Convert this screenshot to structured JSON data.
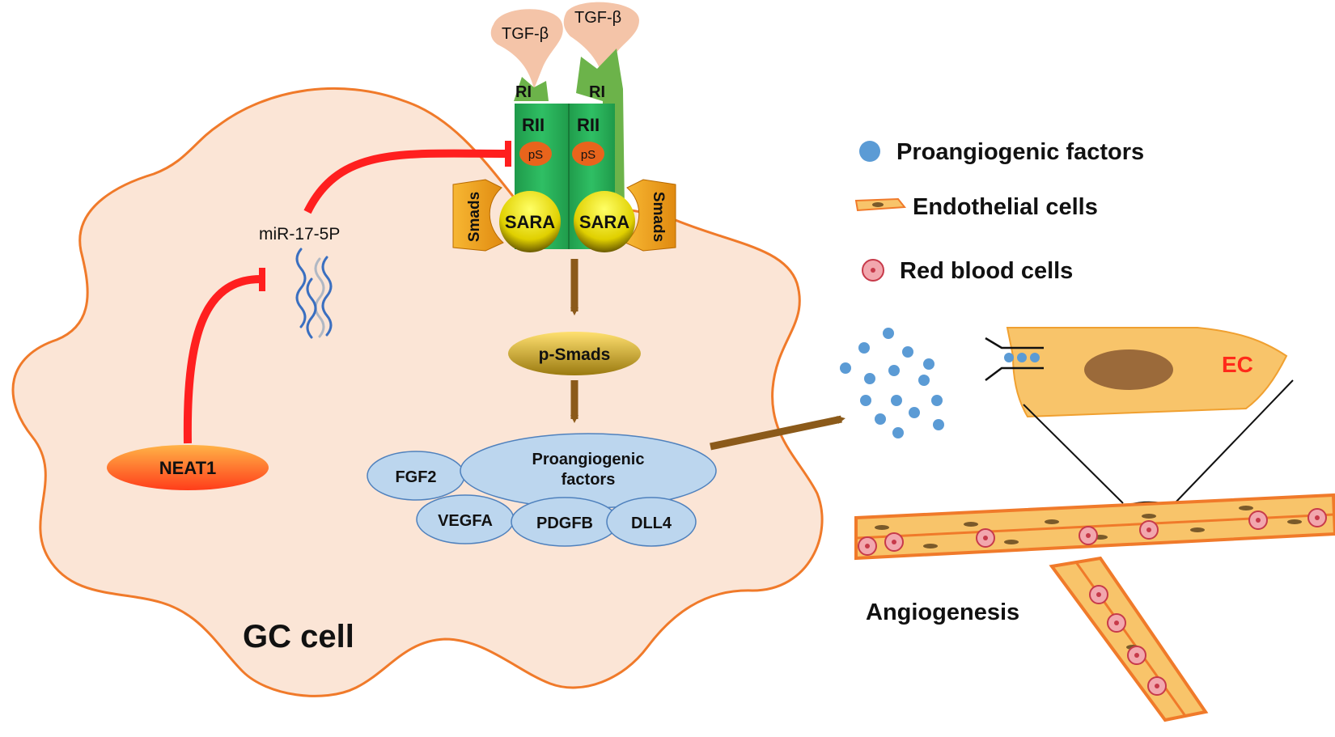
{
  "labels": {
    "tgf_left": "TGF-β",
    "tgf_right": "TGF-β",
    "ri_left": "RI",
    "ri_right": "RI",
    "rii_left": "RII",
    "rii_right": "RII",
    "ps_left": "pS",
    "ps_right": "pS",
    "sara_left": "SARA",
    "sara_right": "SARA",
    "smads_left": "Smads",
    "smads_right": "Smads",
    "mirna": "miR-17-5P",
    "neat1": "NEAT1",
    "psmads": "p-Smads",
    "proangio_line1": "Proangiogenic",
    "proangio_line2": "factors",
    "fgf2": "FGF2",
    "vegfa": "VEGFA",
    "pdgfb": "PDGFB",
    "dll4": "DLL4",
    "gc_cell": "GC cell",
    "ec": "EC",
    "angiogenesis": "Angiogenesis"
  },
  "legend": [
    {
      "label": "Proangiogenic factors",
      "icon": "blue-dot-icon"
    },
    {
      "label": "Endothelial cells",
      "icon": "endothelial-cell-icon"
    },
    {
      "label": "Red blood cells",
      "icon": "red-blood-cell-icon"
    }
  ],
  "colors": {
    "cell_fill": "#fbe5d6",
    "cell_outline": "#f07a2a",
    "receptor_green": "#27a35a",
    "receptor_light": "#6cb34a",
    "tgf": "#f4c4a8",
    "inhibit_red": "#ff1f1f",
    "arrow_brown": "#8b5a1a",
    "factor_blue": "#bcd6ee",
    "dot_blue": "#5b9bd5",
    "ec_fill": "#f8c46a",
    "rbc": "#e0707a"
  }
}
